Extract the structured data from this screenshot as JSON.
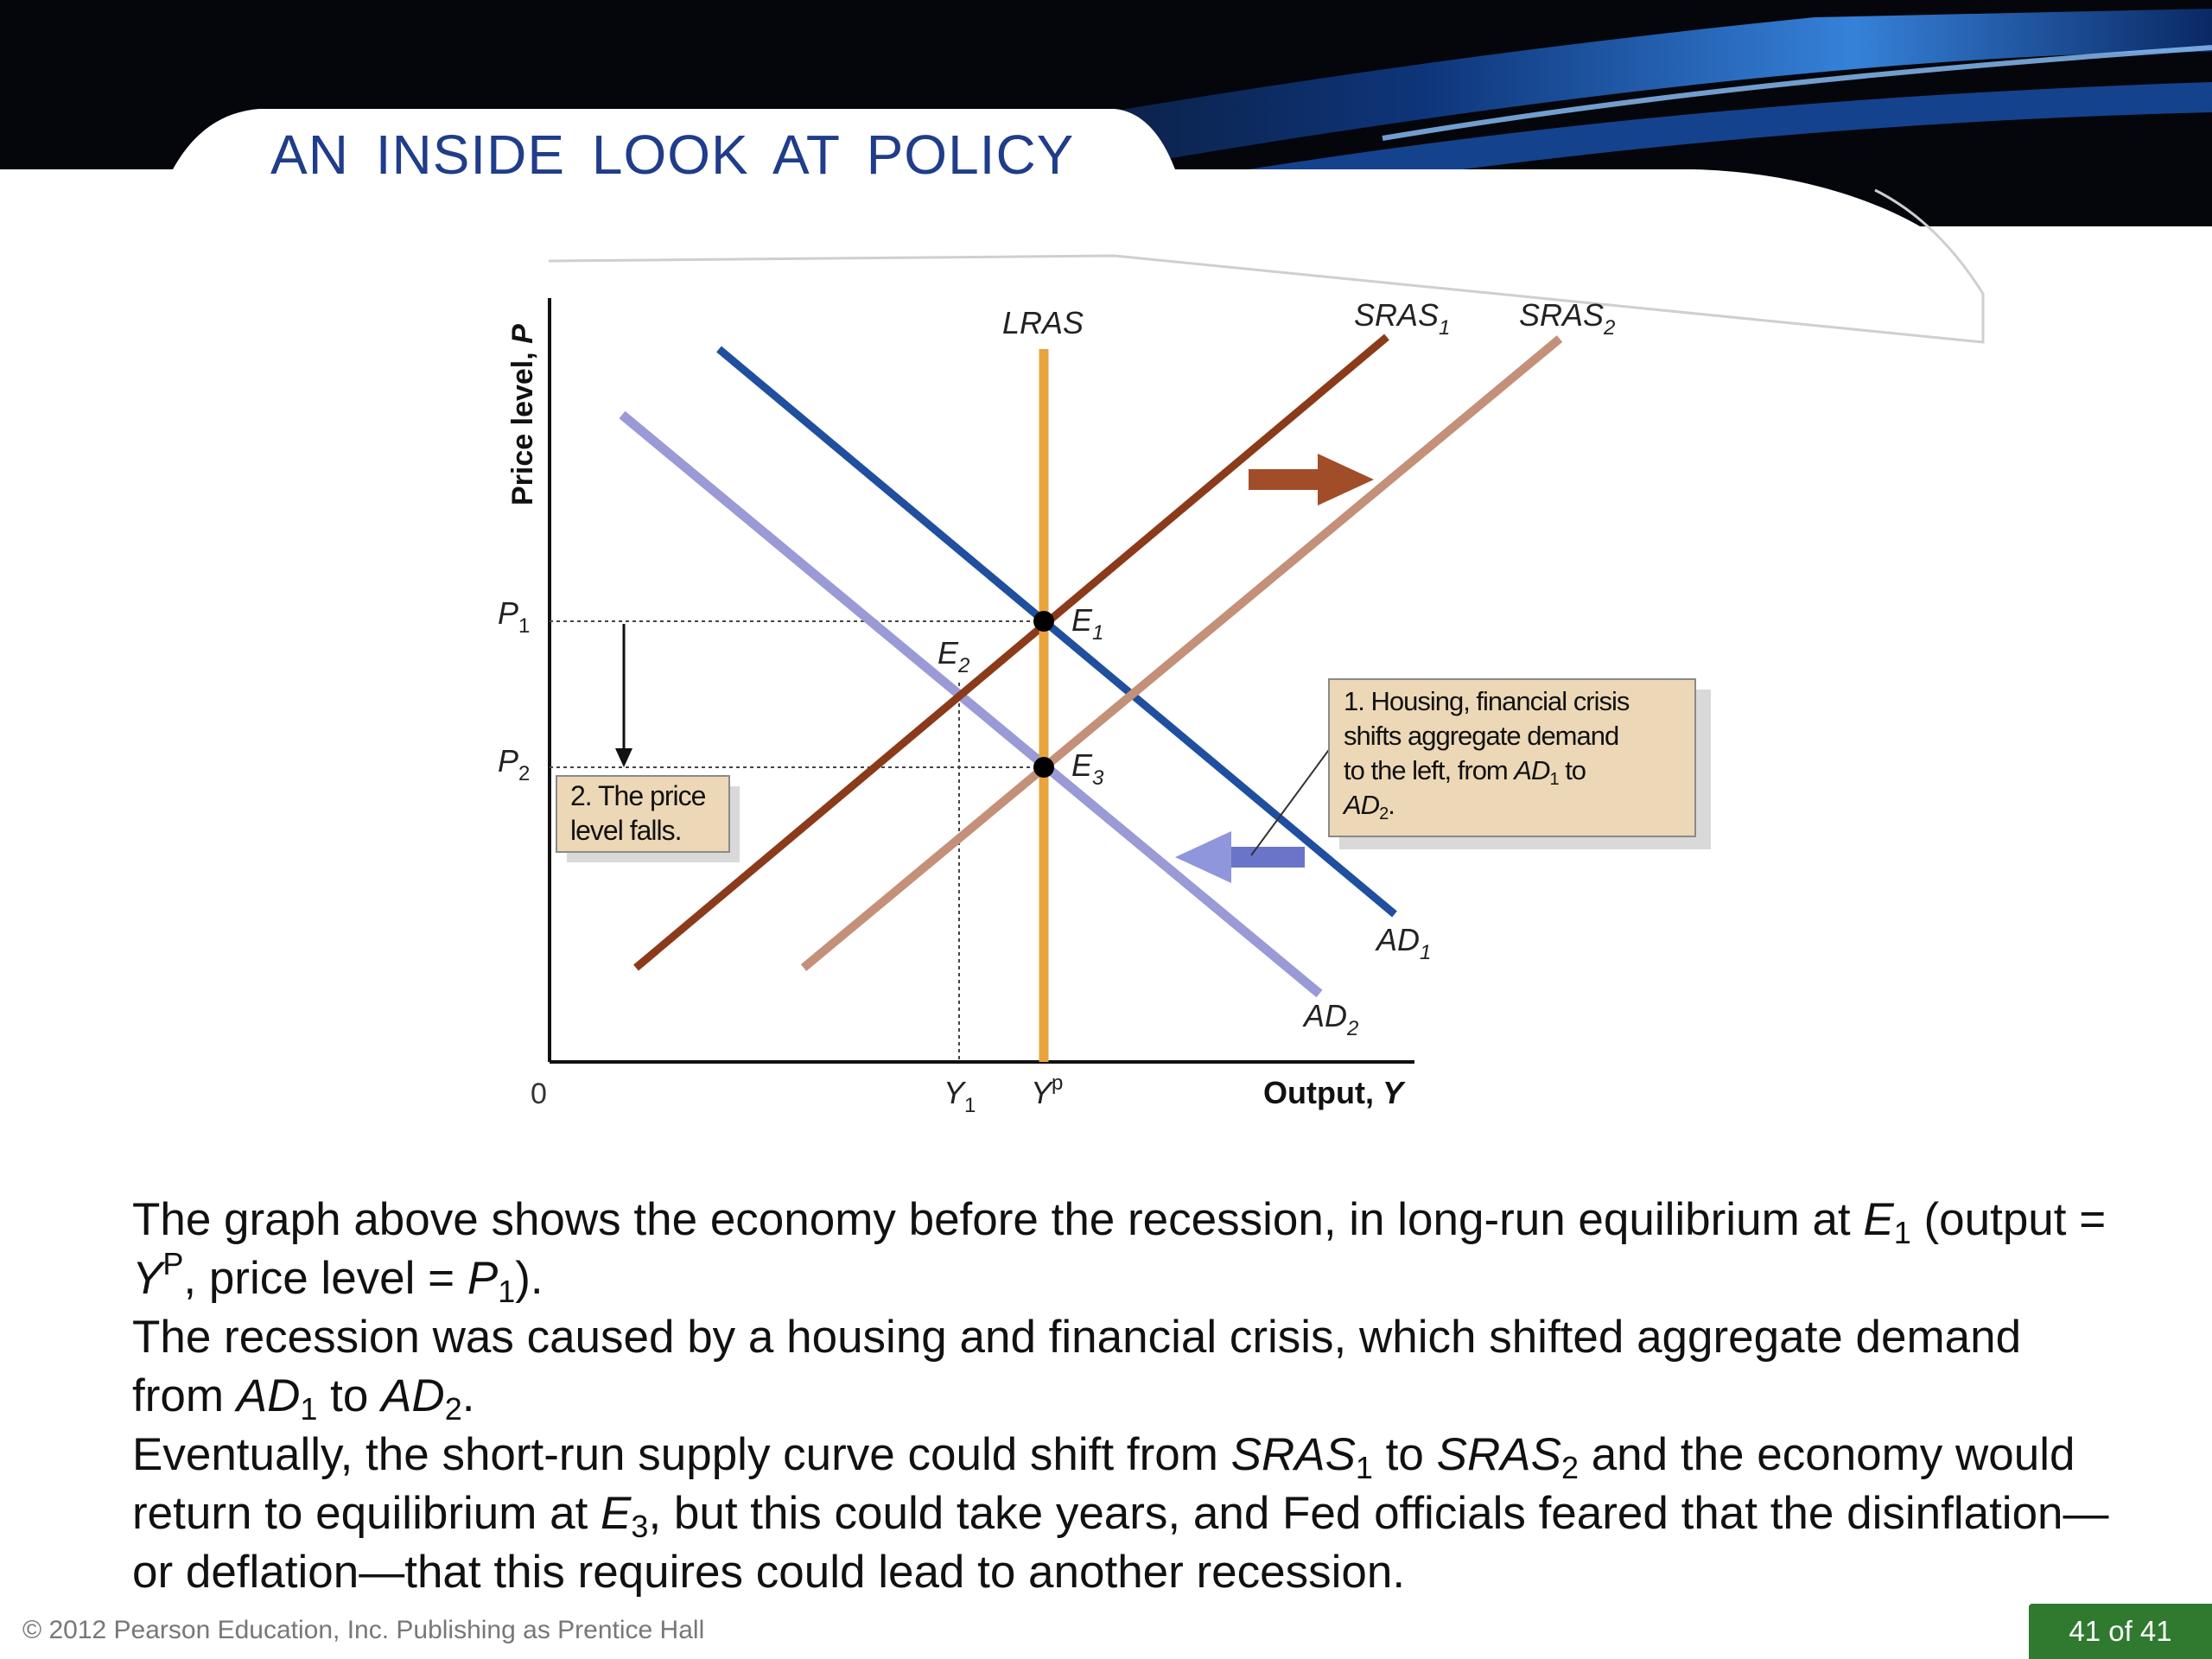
{
  "slide": {
    "title": "AN INSIDE LOOK AT POLICY",
    "copyright": "© 2012 Pearson Education, Inc. Publishing as Prentice Hall",
    "page_indicator": "41 of 41"
  },
  "diagram": {
    "y_axis_label": "Price level, P",
    "x_axis_label": "Output, Y",
    "origin_label": "0",
    "price_ticks": [
      "P1",
      "P2"
    ],
    "output_ticks": [
      "Y1",
      "Yp"
    ],
    "curves": [
      {
        "id": "lras",
        "label": "LRAS",
        "color": "#e8a33d"
      },
      {
        "id": "sras1",
        "label": "SRAS1",
        "color": "#8b3a1a"
      },
      {
        "id": "sras2",
        "label": "SRAS2",
        "color": "#c4907a"
      },
      {
        "id": "ad1",
        "label": "AD1",
        "color": "#1f4f9e"
      },
      {
        "id": "ad2",
        "label": "AD2",
        "color": "#9a9ad6"
      }
    ],
    "points": [
      "E1",
      "E2",
      "E3"
    ],
    "callouts": {
      "price_falls": "2. The price level falls.",
      "demand_shift": "1. Housing, financial crisis shifts aggregate demand to the left, from AD1 to AD2."
    }
  },
  "body_text": [
    "The graph above shows the economy before the recession, in long-run equilibrium at E1 (output = Yp, price level = P1).",
    "The recession was caused by a housing and financial crisis, which shifted aggregate demand from AD1 to AD2.",
    "Eventually, the short-run supply curve could shift from SRAS1 to SRAS2 and the economy would return to equilibrium at E3, but this could take years, and Fed officials feared that the disinflation—or deflation—that this requires could lead to another recession."
  ],
  "colors": {
    "title": "#1f3d8a",
    "badge": "#2f7a2f",
    "callout_fill": "#ecd8b6"
  }
}
